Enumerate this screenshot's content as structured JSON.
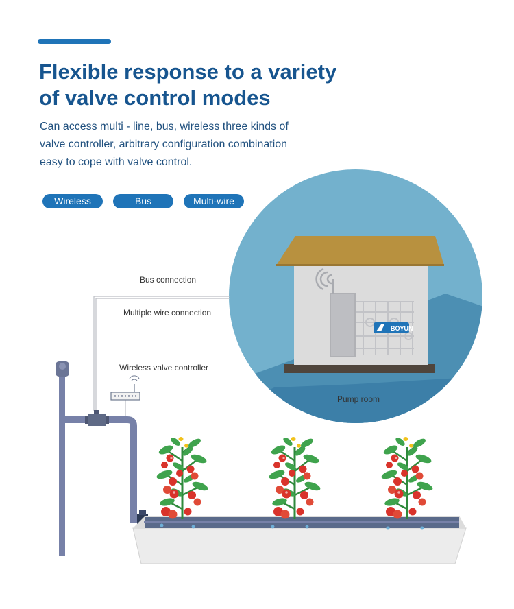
{
  "headline": {
    "line1": "Flexible response to a variety",
    "line2": "of valve control modes"
  },
  "description": {
    "line1": "Can access multi - line, bus, wireless three kinds of",
    "line2": "valve controller, arbitrary configuration combination",
    "line3": "easy to cope with valve control."
  },
  "modes": [
    "Wireless",
    "Bus",
    "Multi-wire"
  ],
  "diagram": {
    "bus_connection": "Bus connection",
    "multiwire_connection": "Multiple wire connection",
    "wireless_controller": "Wireless valve controller",
    "pump_room": "Pump room",
    "brand_logo_text": "BOYUN"
  },
  "colors": {
    "accent": "#1f74b8",
    "headline": "#17558f",
    "circle_bg": "#6fb0cc",
    "roof": "#b8913f",
    "pipe": "#7781a8"
  }
}
